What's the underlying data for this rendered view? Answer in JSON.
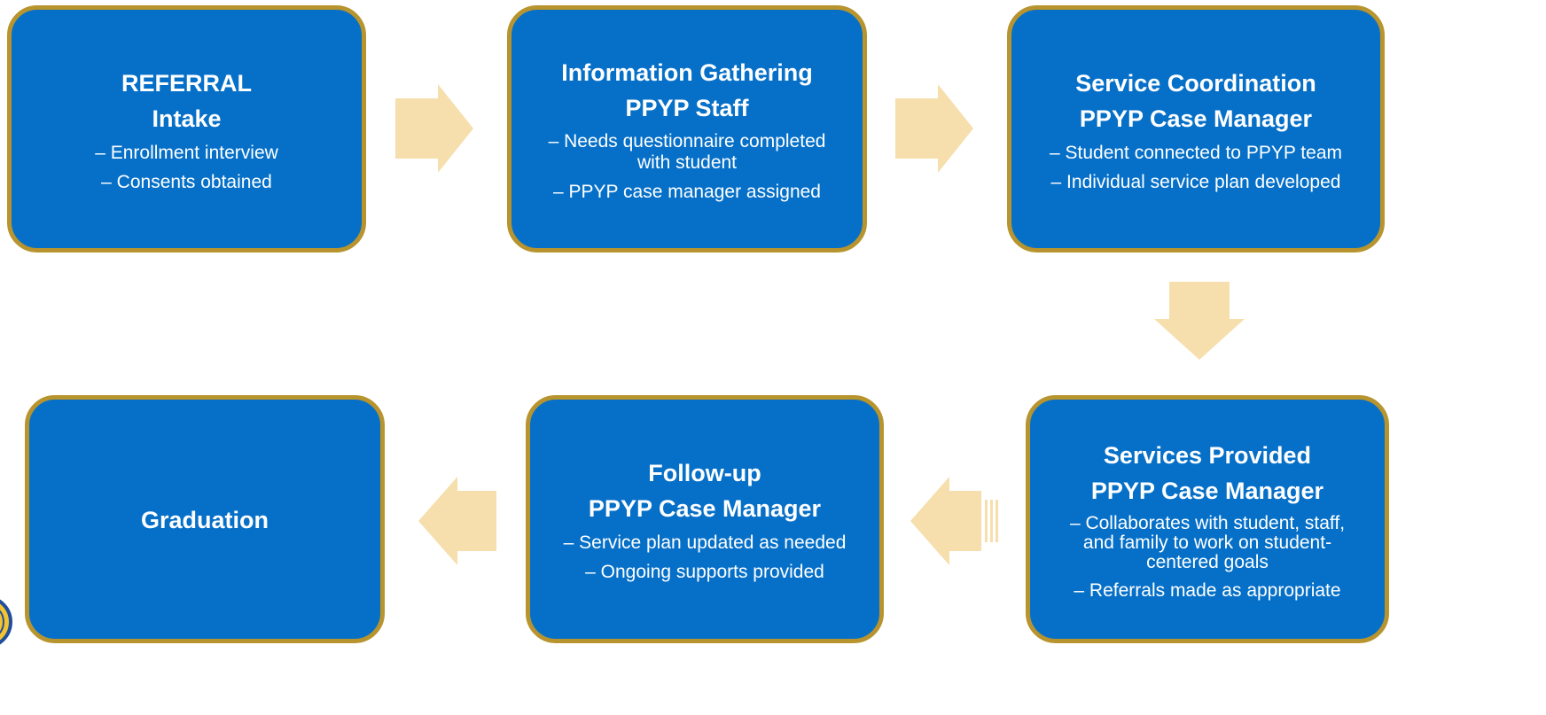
{
  "colors": {
    "box_fill": "#0670c8",
    "box_border": "#b8942e",
    "arrow": "#f6dfad",
    "text": "#ffffff"
  },
  "steps": [
    {
      "title1": "REFERRAL",
      "title2": "Intake",
      "line1": "– Enrollment interview",
      "line2": "– Consents obtained"
    },
    {
      "title1": "Information Gathering",
      "title2": "PPYP Staff",
      "line1": "– Needs questionnaire completed with student",
      "line2": "– PPYP case manager assigned"
    },
    {
      "title1": "Service Coordination",
      "title2": "PPYP Case Manager",
      "line1": "– Student connected to PPYP team",
      "line2": "– Individual service plan developed"
    },
    {
      "title1": "Services Provided",
      "title2": "PPYP Case Manager",
      "line1": "– Collaborates with student, staff, and family to work on student-centered goals",
      "line2": "– Referrals made as appropriate"
    },
    {
      "title1": "Follow-up",
      "title2": "PPYP Case Manager",
      "line1": "– Service plan updated as needed",
      "line2": "– Ongoing supports provided"
    },
    {
      "title1": "Graduation"
    }
  ],
  "connectors": [
    "arrow-right",
    "arrow-right",
    "arrow-down",
    "arrow-left",
    "arrow-left"
  ]
}
